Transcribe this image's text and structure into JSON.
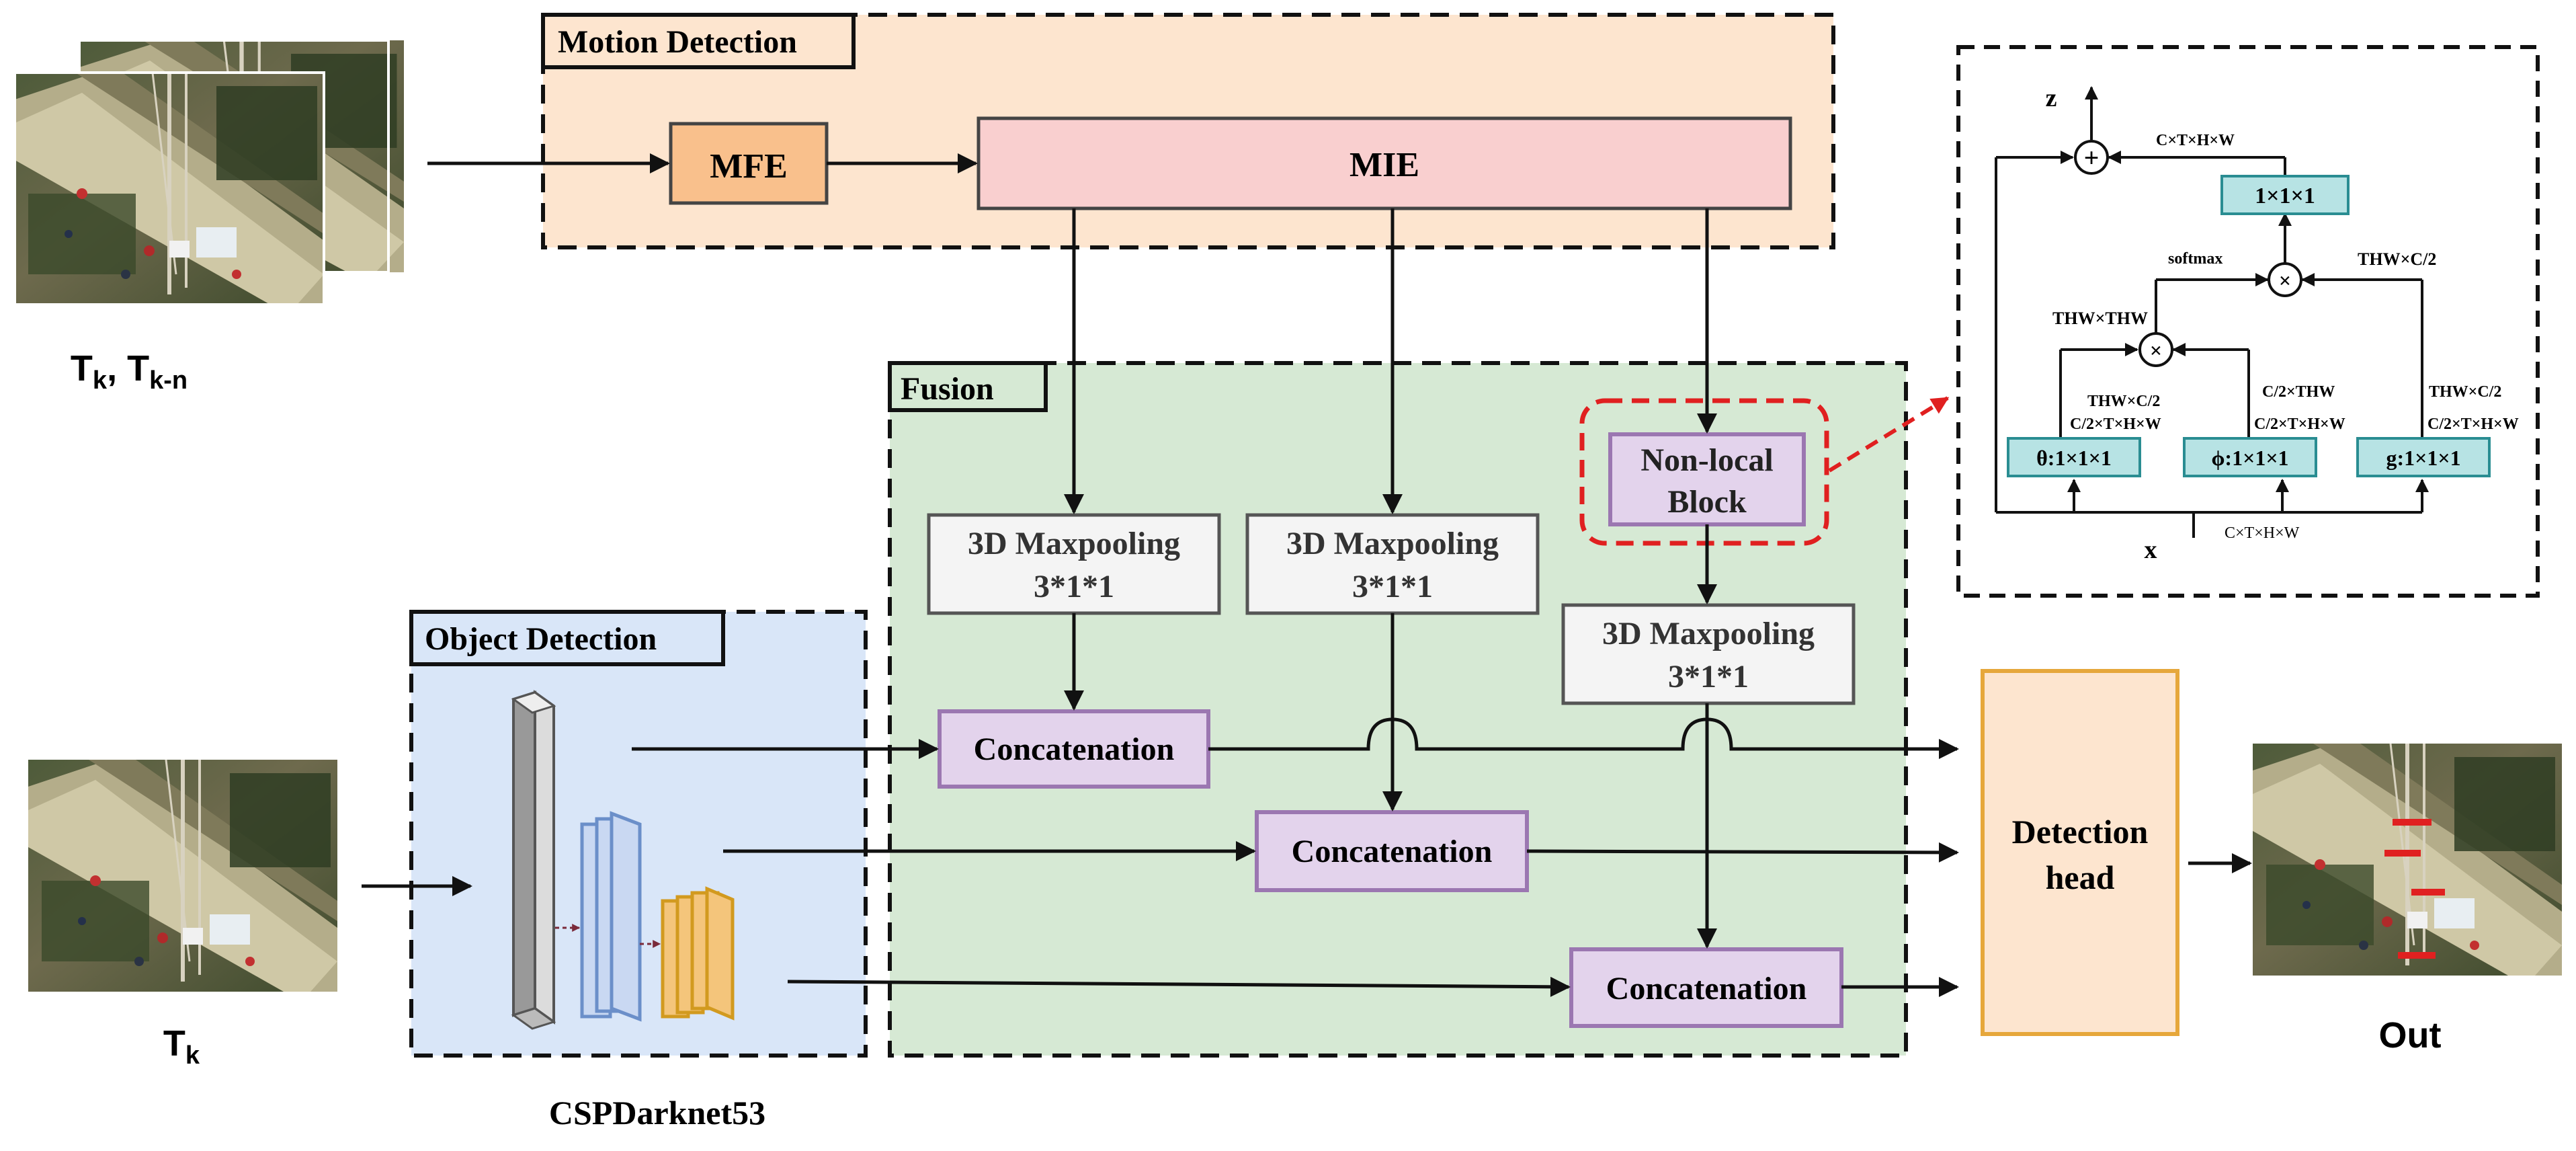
{
  "motion_section": {
    "title": "Motion Detection",
    "mfe_label": "MFE",
    "mie_label": "MIE"
  },
  "fusion_section": {
    "title": "Fusion",
    "maxpool_a": {
      "line1": "3D Maxpooling",
      "line2": "3*1*1"
    },
    "maxpool_b": {
      "line1": "3D Maxpooling",
      "line2": "3*1*1"
    },
    "maxpool_c": {
      "line1": "3D Maxpooling",
      "line2": "3*1*1"
    },
    "nonlocal": {
      "line1": "Non-local",
      "line2": "Block"
    },
    "concat_top": "Concatenation",
    "concat_mid": "Concatenation",
    "concat_bot": "Concatenation"
  },
  "object_section": {
    "title": "Object Detection",
    "backbone_caption": "CSPDarknet53"
  },
  "inputs": {
    "frames_label": {
      "main": "T",
      "sub1": "k",
      "sep": ", ",
      "main2": "T",
      "sub2": "k-n"
    },
    "current_label": {
      "main": "T",
      "sub": "k"
    }
  },
  "detection_head": {
    "line1": "Detection",
    "line2": "head"
  },
  "output_label": "Out",
  "nonlocal_detail": {
    "z": "z",
    "x": "x",
    "conv_out": "1×1×1",
    "theta": "θ:1×1×1",
    "phi": "ϕ:1×1×1",
    "g": "g:1×1×1",
    "dim_top": "C×T×H×W",
    "dim_bottom": "C×T×H×W",
    "softmax": "softmax",
    "thw_thw": "THW×THW",
    "thw_c2_right": "THW×C/2",
    "theta_dim1": "THW×C/2",
    "theta_dim2": "C/2×T×H×W",
    "phi_dim1": "C/2×THW",
    "phi_dim2": "C/2×T×H×W",
    "g_dim1": "THW×C/2",
    "g_dim2": "C/2×T×H×W",
    "plus": "+",
    "times": "×"
  },
  "colors": {
    "motion_bg": "#fde5cf",
    "fusion_bg": "#d6e9d4",
    "object_bg": "#d9e6f8",
    "mfe_fill": "#f9c08c",
    "mie_fill": "#f9cfcf",
    "concat_fill": "#e3d3ec",
    "concat_stroke": "#9b77b1",
    "maxpool_fill": "#f4f4f4",
    "head_fill": "#fde5cf",
    "head_stroke": "#e6a73b",
    "teal_fill": "#b7e3e4",
    "teal_stroke": "#2a8d92",
    "highlight_red": "#e02020"
  }
}
